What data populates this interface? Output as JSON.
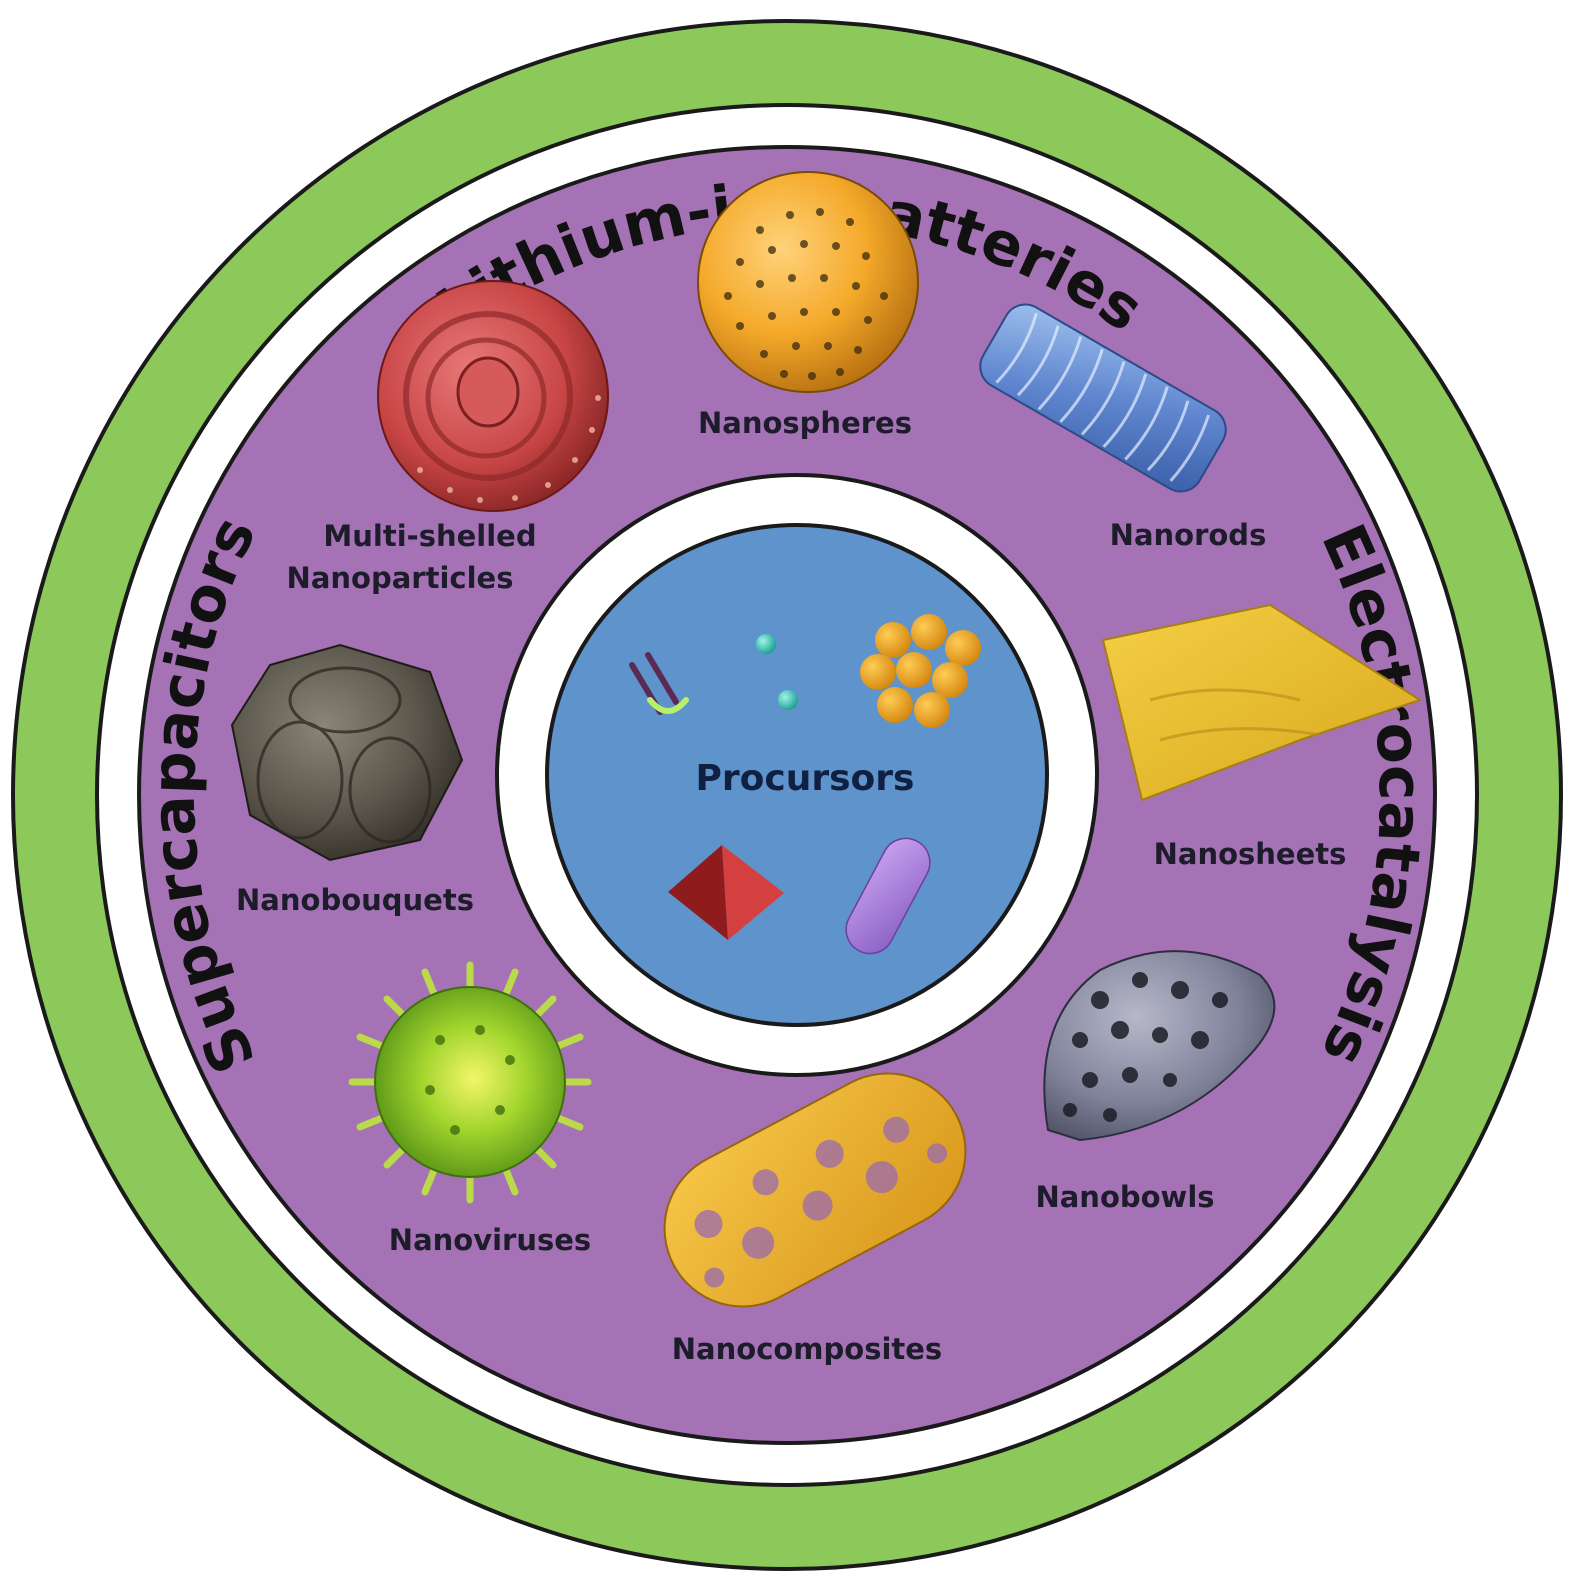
{
  "applications": {
    "top": "Lithium-ion batteries",
    "left": "Supercapacitors",
    "right": "Electrocatalysis"
  },
  "center": {
    "label": "Procursors"
  },
  "morphologies": {
    "nanospheres": "Nanospheres",
    "nanorods": "Nanorods",
    "multishelled_line1": "Multi-shelled",
    "multishelled_line2": "Nanoparticles",
    "nanosheets": "Nanosheets",
    "nanobouquets": "Nanobouquets",
    "nanobowls": "Nanobowls",
    "nanoviruses": "Nanoviruses",
    "nanocomposites": "Nanocomposites"
  },
  "colors": {
    "outer_ring": "#8dc85a",
    "middle_disc": "#a572b5",
    "center_disc": "#5e93cb",
    "separator": "#ffffff",
    "outline": "#1a1a1a"
  }
}
